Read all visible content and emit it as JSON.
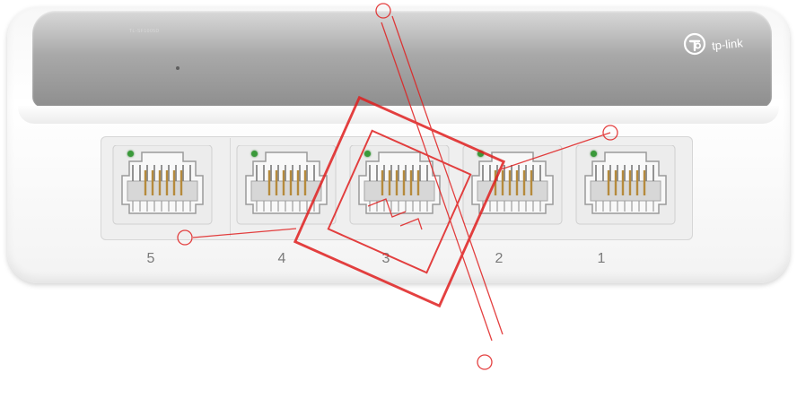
{
  "product": {
    "brand": "tp-link",
    "model_text": "TL-SF1005D"
  },
  "ports": [
    {
      "label": "5",
      "link_led": "on"
    },
    {
      "label": "4",
      "link_led": "on"
    },
    {
      "label": "3",
      "link_led": "on"
    },
    {
      "label": "2",
      "link_led": "on"
    },
    {
      "label": "1",
      "link_led": "on"
    }
  ],
  "colors": {
    "led_green": "#3a9a3a",
    "panel_gray": "#a9a9a9",
    "watermark_red": "#e02020",
    "contact_gold": "#b58a3c"
  },
  "icons": {
    "logo": "tp-link-logo-icon",
    "port": "rj45-port-icon",
    "watermark": "watermark-icon"
  }
}
